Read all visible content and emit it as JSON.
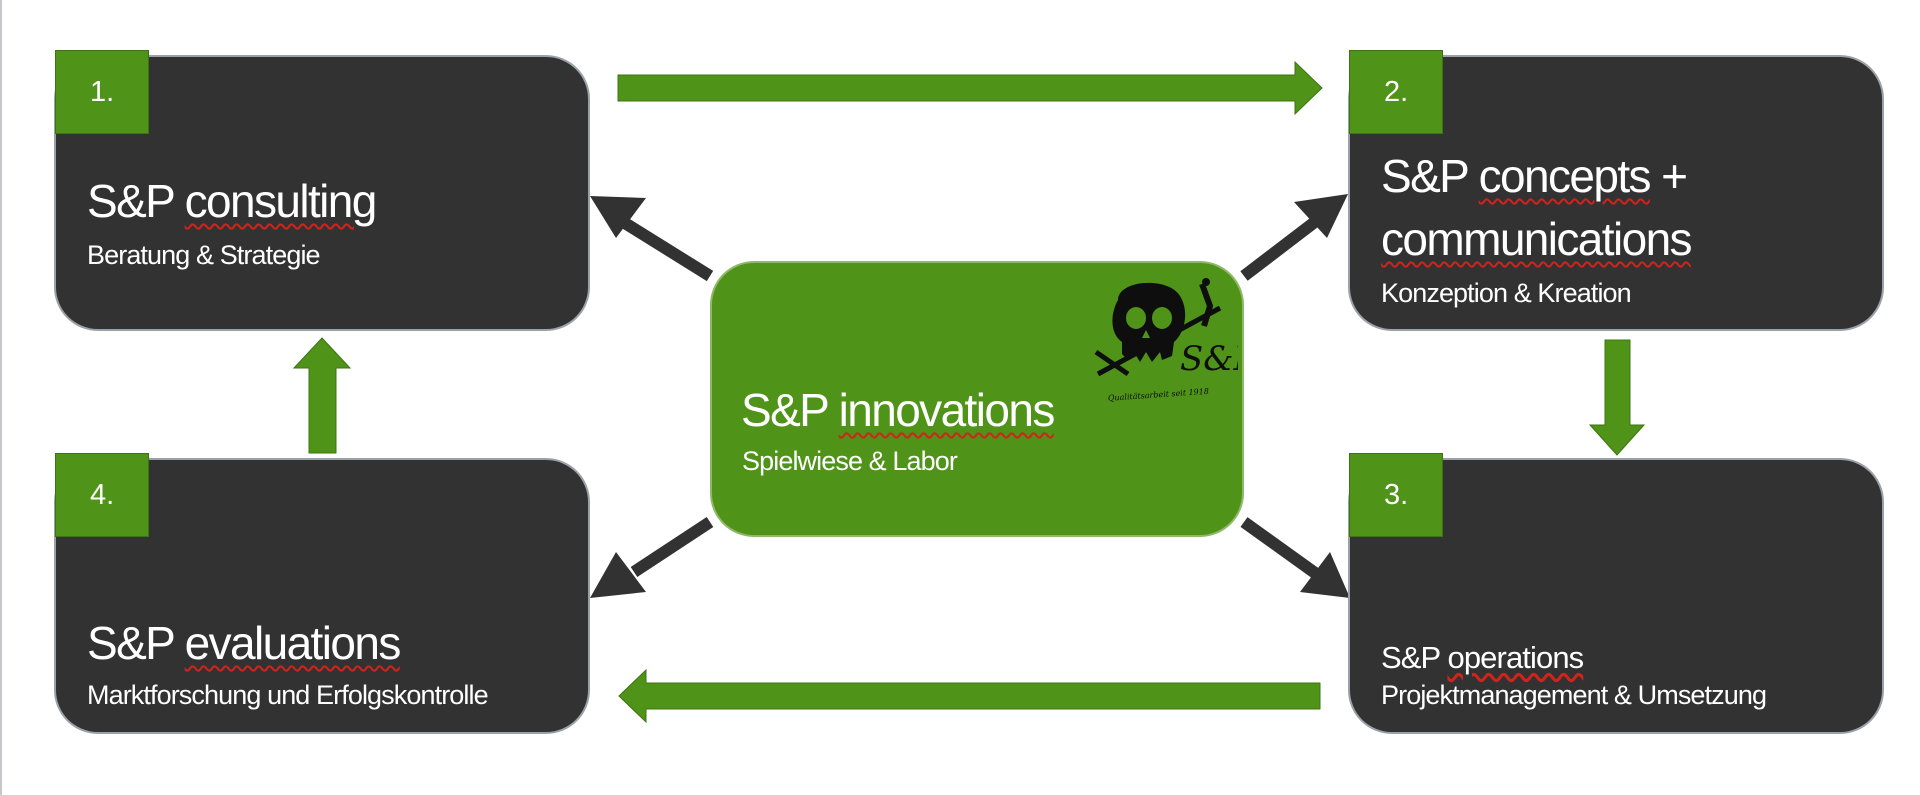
{
  "colors": {
    "card": "#323233",
    "accent": "#4f9319",
    "arrow_dark": "#323233",
    "spellcheck": "#d2231b"
  },
  "boxes": [
    {
      "number": "1.",
      "title_prefix": "S&P",
      "title_word": "consulting",
      "subtitle": "Beratung & Strategie"
    },
    {
      "number": "2.",
      "title_prefix": "S&P",
      "title_word": "concepts",
      "title_suffix": "+",
      "title_line2": "communications",
      "subtitle": "Konzeption & Kreation"
    },
    {
      "number": "3.",
      "title_prefix": "S&P",
      "title_word": "operations",
      "subtitle": "Projektmanagement & Umsetzung"
    },
    {
      "number": "4.",
      "title_prefix": "S&P",
      "title_word": "evaluations",
      "subtitle": "Marktforschung und Erfolgskontrolle"
    }
  ],
  "center": {
    "title_prefix": "S&P",
    "title_word": "innovations",
    "subtitle": "Spielwiese & Labor",
    "logo_icon": "skull-logo-icon",
    "logo_monogram": "S&P",
    "logo_caption": "Qualitätsarbeit seit 1918"
  }
}
